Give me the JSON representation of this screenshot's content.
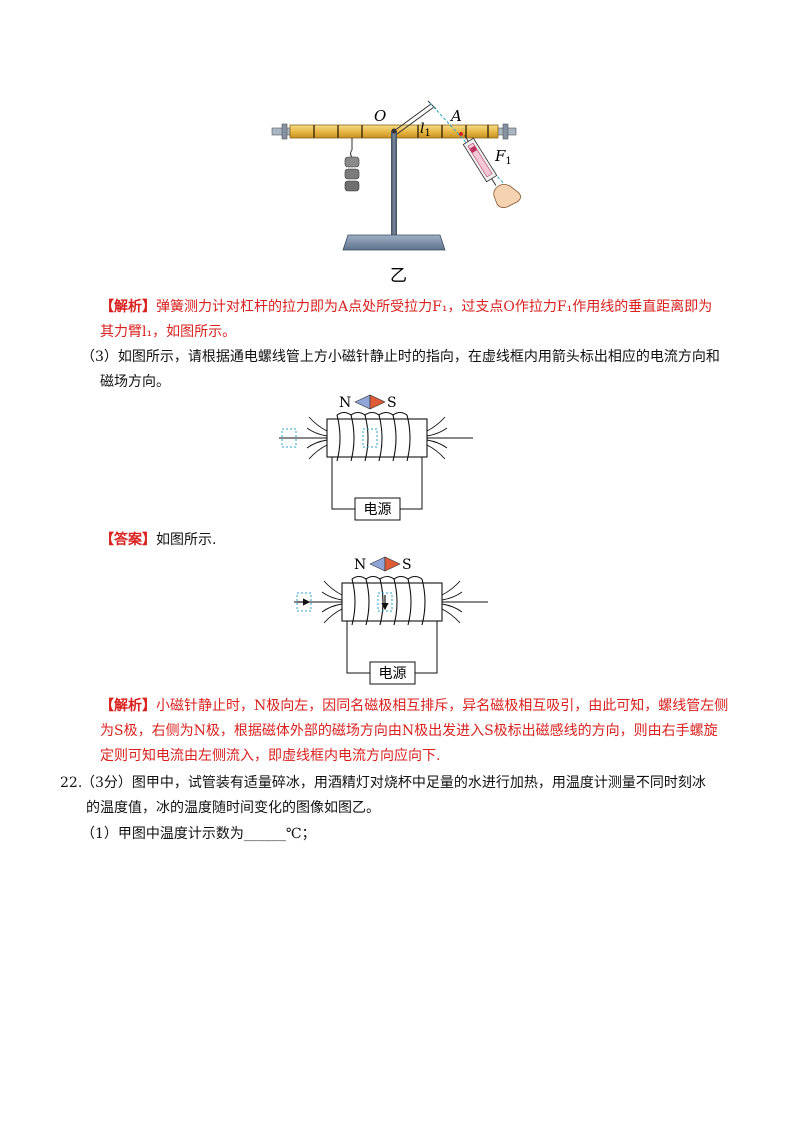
{
  "lever_figure": {
    "label_O": "O",
    "label_A": "A",
    "label_l": "l",
    "label_l_sub": "1",
    "label_F": "F",
    "label_F_sub": "1",
    "caption": "乙"
  },
  "analysis1": {
    "tag": "【解析】",
    "line1": "弹簧测力计对杠杆的拉力即为A点处所受拉力F₁，过支点O作拉力F₁作用线的垂直距离即为",
    "line2": "其力臂l₁，如图所示。"
  },
  "question3": {
    "line1": "（3）如图所示，请根据通电螺线管上方小磁针静止时的指向，在虚线框内用箭头标出相应的电流方向和",
    "line2": "磁场方向。"
  },
  "solenoid_figure_1": {
    "label_N": "N",
    "label_S": "S",
    "power_label": "电源"
  },
  "answer": {
    "tag": "【答案】",
    "text": "如图所示."
  },
  "solenoid_figure_2": {
    "label_N": "N",
    "label_S": "S",
    "power_label": "电源"
  },
  "analysis2": {
    "tag": "【解析】",
    "line1": "小磁针静止时，N极向左，因同名磁极相互排斥，异名磁极相互吸引，由此可知，螺线管左侧",
    "line2": "为S极，右侧为N极，根据磁体外部的磁场方向由N极出发进入S极标出磁感线的方向，则由右手螺旋",
    "line3": "定则可知电流由左侧流入，即虚线框内电流方向应向下."
  },
  "question22": {
    "number": "22.",
    "line1": "（3分）图甲中，试管装有适量碎冰，用酒精灯对烧杯中足量的水进行加热，用温度计测量不同时刻冰",
    "line2": "的温度值，冰的温度随时间变化的图像如图乙。",
    "sub1": "（1）甲图中温度计示数为______℃；"
  }
}
